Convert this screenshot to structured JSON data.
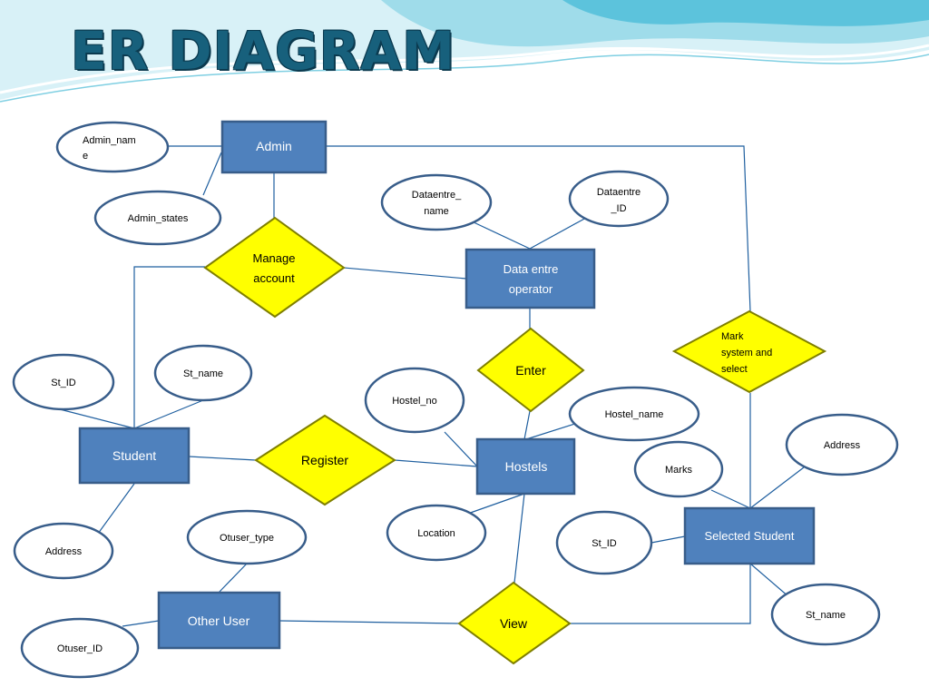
{
  "slide": {
    "title": "ER DIAGRAM"
  },
  "entities": {
    "admin": "Admin",
    "data_entry_operator": "Data entre operator",
    "student": "Student",
    "hostels": "Hostels",
    "selected_student": "Selected Student",
    "other_user": "Other User"
  },
  "relationships": {
    "manage_account": "Manage account",
    "enter": "Enter",
    "mark_system_and_select": "Mark system  and select",
    "register": "Register",
    "view": "View"
  },
  "attributes": {
    "admin_name": "Admin_name",
    "admin_states": "Admin_states",
    "dataentre_name": "Dataentre_ name",
    "dataentre_id": "Dataentre _ID",
    "st_id_student": "St_ID",
    "st_name_student": "St_name",
    "address_student": "Address",
    "hostel_no": "Hostel_no",
    "hostel_name": "Hostel_name",
    "location": "Location",
    "marks": "Marks",
    "address_selected": "Address",
    "st_id_selected": "St_ID",
    "st_name_selected": "St_name",
    "otuser_type": "Otuser_type",
    "otuser_id": "Otuser_ID"
  },
  "colors": {
    "entity_fill": "#4f81bd",
    "entity_stroke": "#385d8a",
    "relationship_fill": "#ffff00",
    "relationship_stroke": "#7f7f00",
    "attribute_stroke": "#385d8a",
    "connector": "#1f5f9f",
    "title": "#17607c"
  }
}
